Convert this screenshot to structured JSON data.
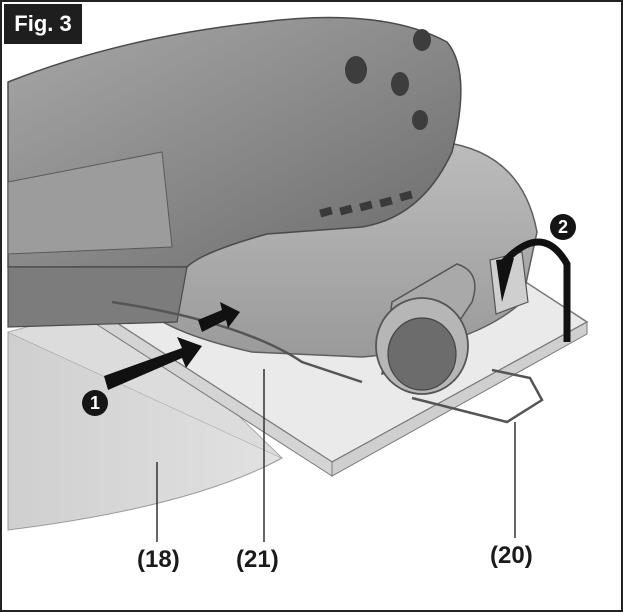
{
  "figure": {
    "label": "Fig. 3",
    "callouts": {
      "c18": "(18)",
      "c21": "(21)",
      "c20": "(20)"
    },
    "steps": {
      "s1": "1",
      "s2": "2"
    }
  },
  "colors": {
    "frame": "#222222",
    "label_bg": "#1e1e1e",
    "tool_dark": "#6f6f6f",
    "tool_mid": "#999999",
    "tool_light": "#c4c4c4",
    "sheet": "#d9d9d9",
    "base": "#e6e6e6"
  }
}
